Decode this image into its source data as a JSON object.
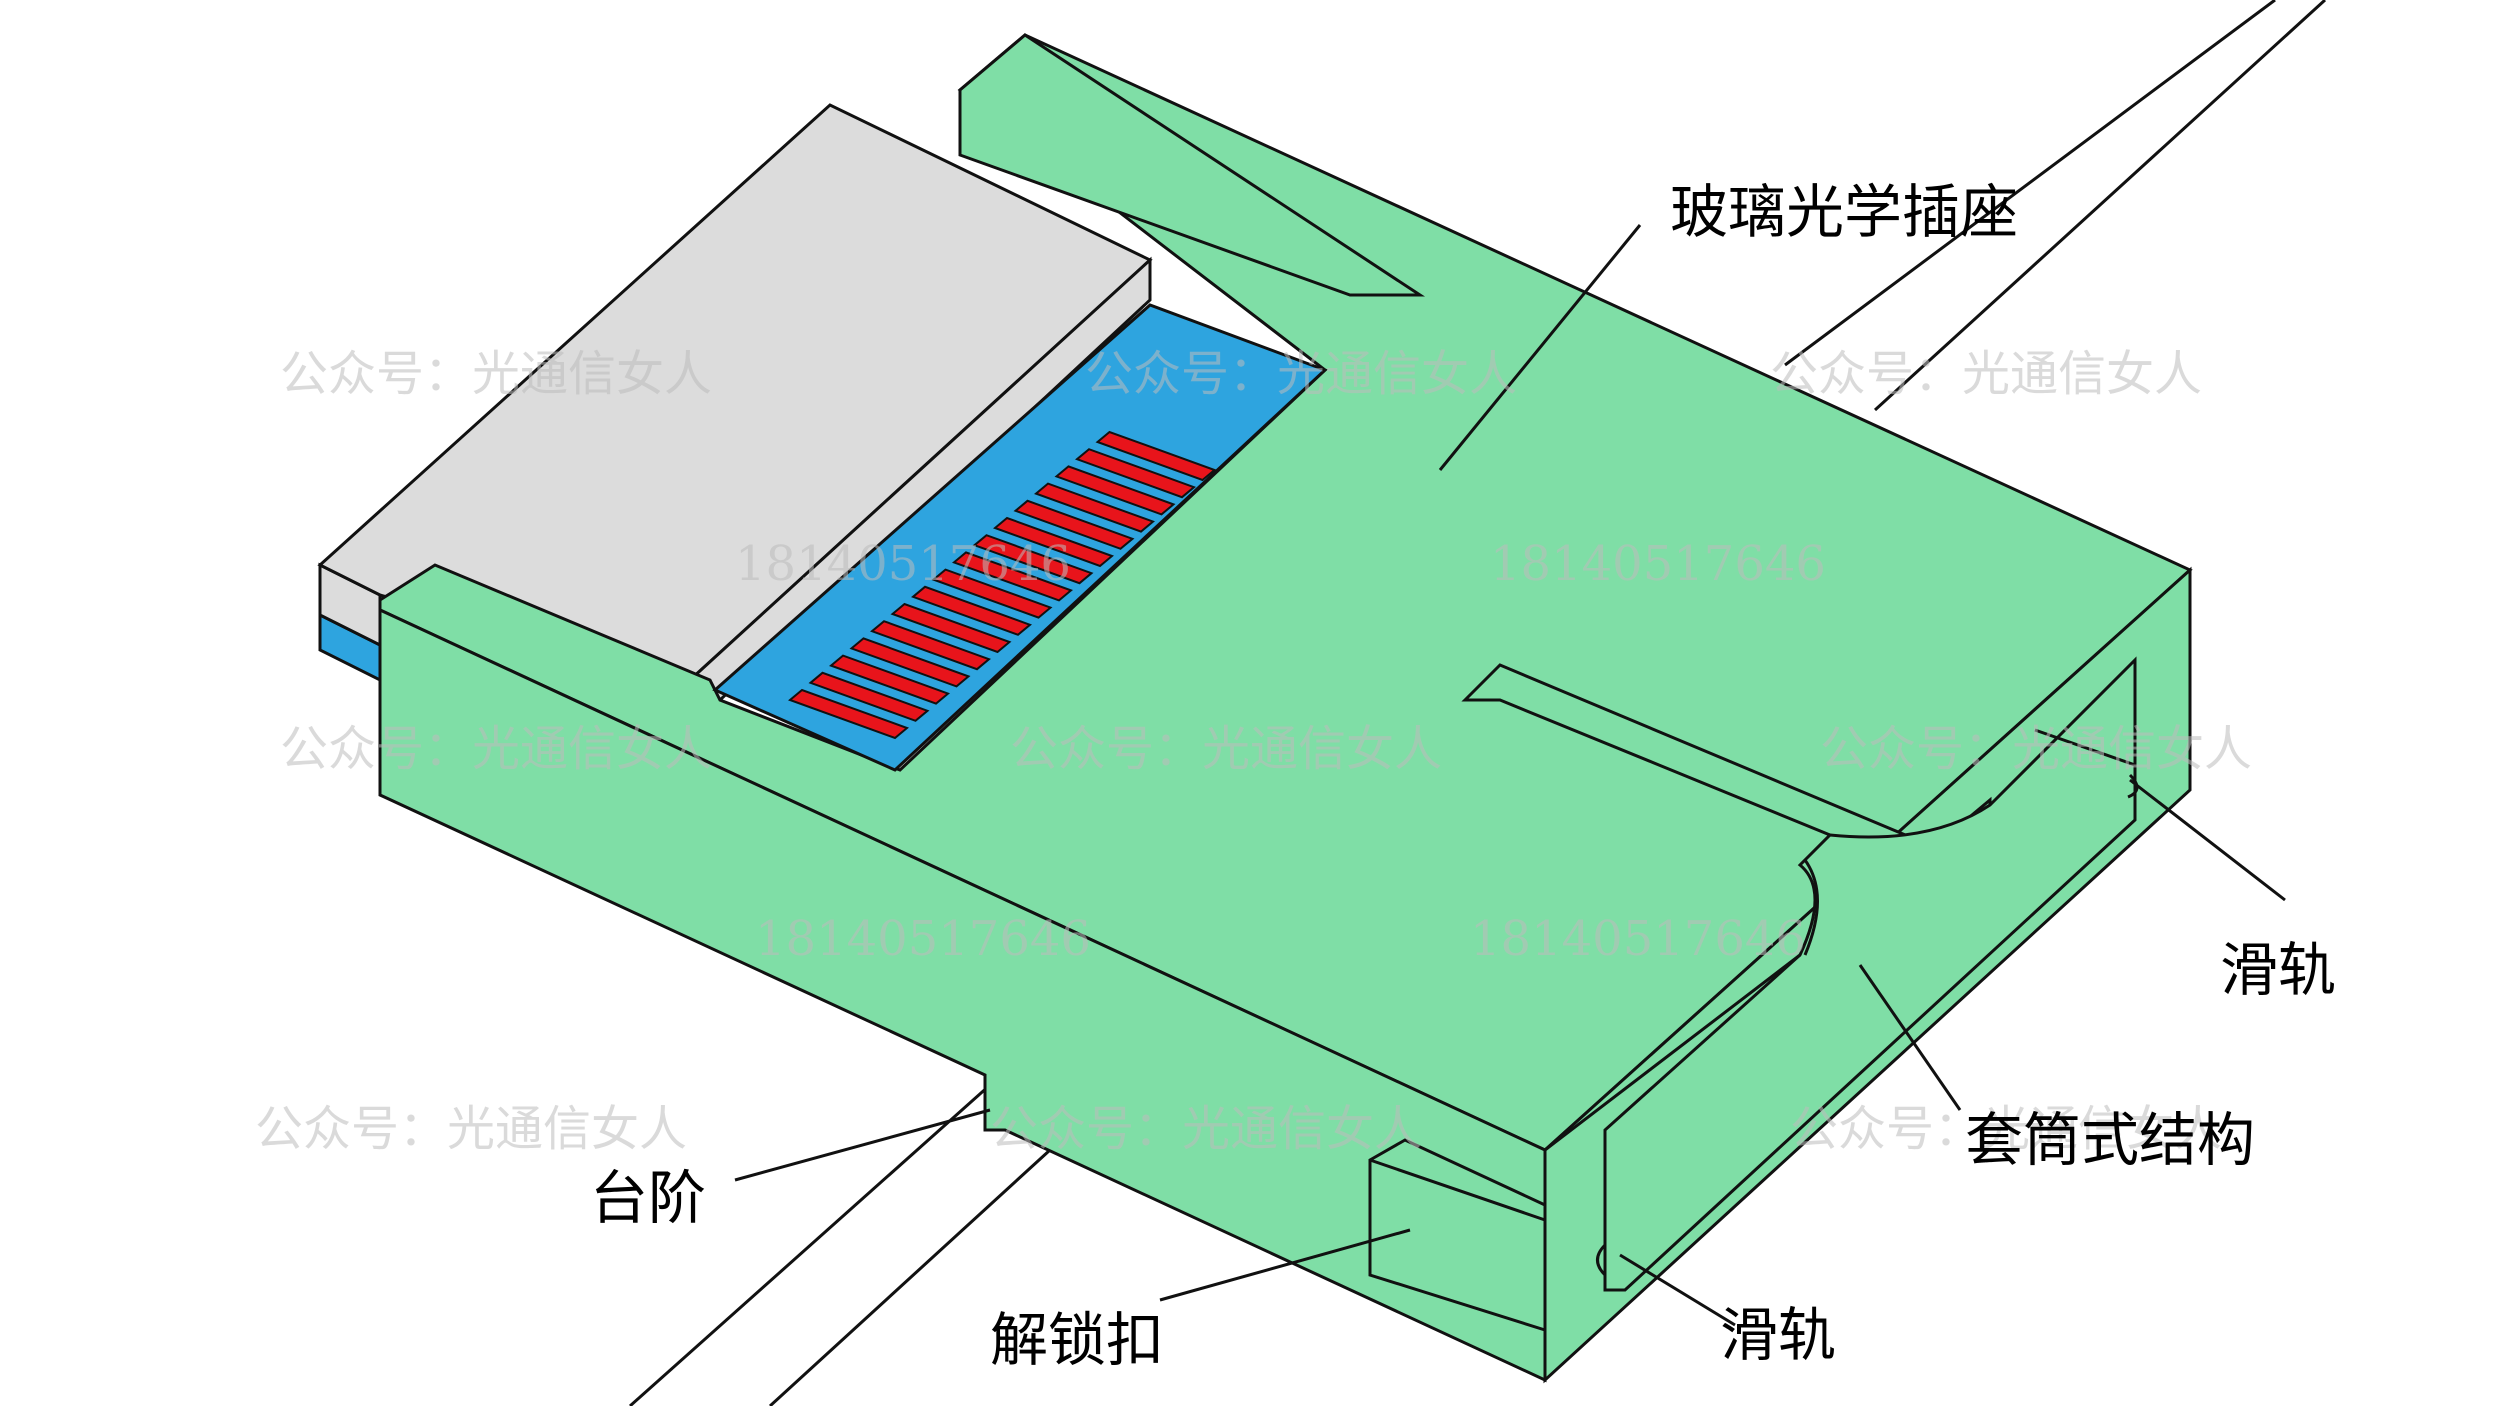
{
  "labels": {
    "glass_socket": "玻璃光学插座",
    "rail_right": "滑轨",
    "sleeve": "套筒式结构",
    "step": "台阶",
    "unlock": "解锁扣",
    "rail_bottom": "滑轨"
  },
  "watermark": {
    "account": "公众号：光通信女人",
    "phone": "18140517646"
  },
  "colors": {
    "socket_green": "#7fdea6",
    "chip_gray": "#dcdcdc",
    "substrate_blue": "#2ea4df",
    "electrode_red": "#e8141b",
    "outline": "#111111"
  }
}
